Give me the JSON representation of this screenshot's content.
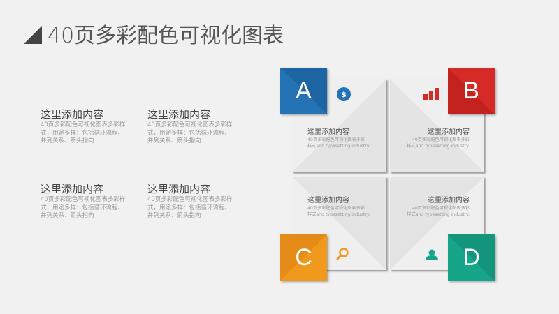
{
  "title": {
    "text": "40页多彩配色可视化图表"
  },
  "left_blocks": [
    {
      "heading": "这里添加内容",
      "body": "40页多彩配色可视化图表多彩样式，用途多样：包括循环流程、并列关系、箭头指向"
    },
    {
      "heading": "这里添加内容",
      "body": "40页多彩配色可视化图表多彩样式，用途多样：包括循环流程、并列关系、箭头指向"
    },
    {
      "heading": "这里添加内容",
      "body": "40页多彩配色可视化图表多彩样式，用途多样：包括循环流程、并列关系、箭头指向"
    },
    {
      "heading": "这里添加内容",
      "body": "40页多彩配色可视化图表多彩样式，用途多样：包括循环流程、并列关系、箭头指向"
    }
  ],
  "quadrants": [
    {
      "letter": "A",
      "color": "#2473b5",
      "icon": "dollar-icon",
      "icon_glyph": "$",
      "heading": "这里添加内容",
      "line1": "40页多彩配色可视化图表多彩",
      "line2": "样式and typesetting industry."
    },
    {
      "letter": "B",
      "color": "#d52a26",
      "icon": "bar-chart-icon",
      "heading": "这里添加内容",
      "line1": "40页多彩配色可视化图表多彩",
      "line2": "样式and typesetting industry."
    },
    {
      "letter": "C",
      "color": "#f0991c",
      "icon": "search-icon",
      "heading": "这里添加内容",
      "line1": "40页多彩配色可视化图表多彩",
      "line2": "样式and typesetting industry."
    },
    {
      "letter": "D",
      "color": "#17a58a",
      "icon": "user-icon",
      "heading": "这里添加内容",
      "line1": "40页多彩配色可视化图表多彩",
      "line2": "样式and typesetting industry."
    }
  ]
}
